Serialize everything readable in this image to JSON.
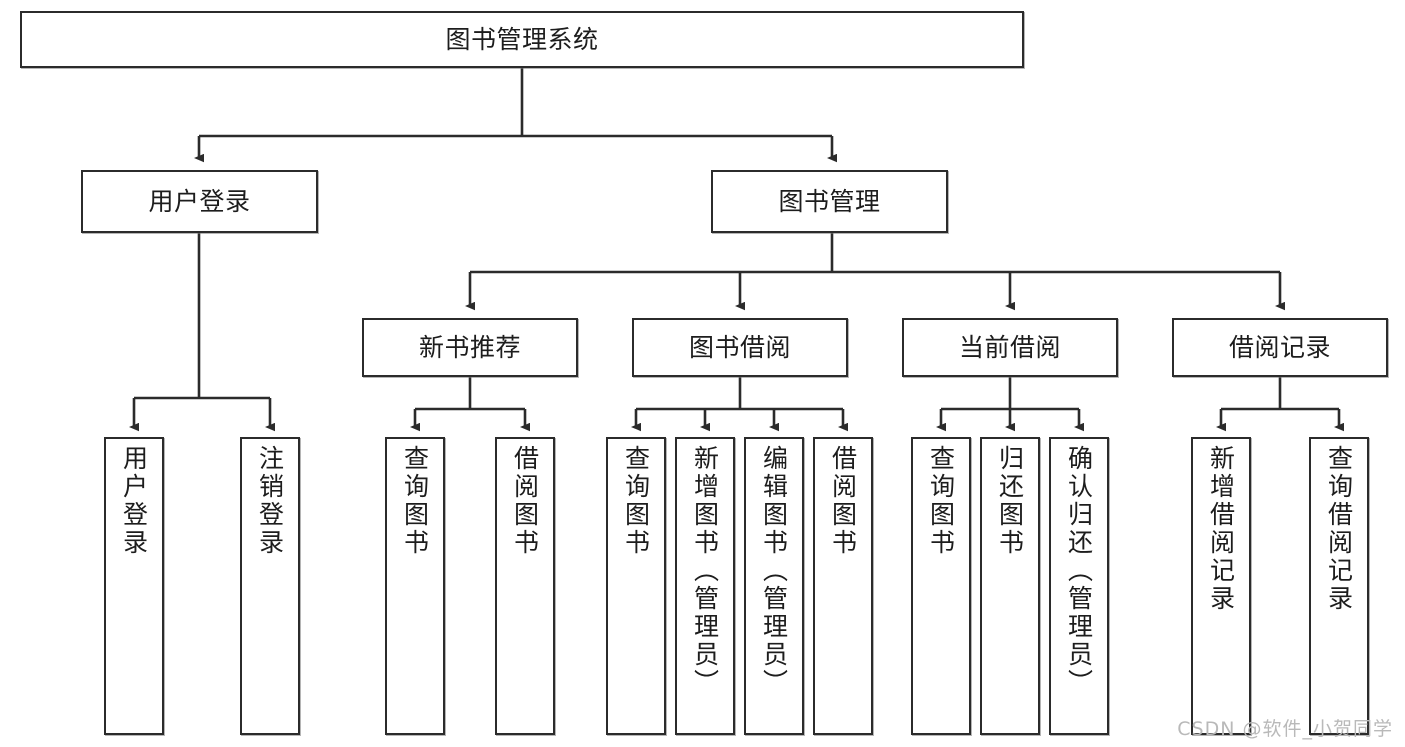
{
  "diagram": {
    "type": "hierarchy-tree",
    "title": "图书管理系统",
    "root": {
      "label": "图书管理系统"
    },
    "level2": [
      {
        "label": "用户登录"
      },
      {
        "label": "图书管理"
      }
    ],
    "level3": [
      {
        "label": "新书推荐"
      },
      {
        "label": "图书借阅"
      },
      {
        "label": "当前借阅"
      },
      {
        "label": "借阅记录"
      }
    ],
    "leaves": [
      {
        "label": "用户登录",
        "parent": "用户登录"
      },
      {
        "label": "注销登录",
        "parent": "用户登录"
      },
      {
        "label": "查询图书",
        "parent": "新书推荐"
      },
      {
        "label": "借阅图书",
        "parent": "新书推荐"
      },
      {
        "label": "查询图书",
        "parent": "图书借阅"
      },
      {
        "label": "新增图书（管理员）",
        "parent": "图书借阅"
      },
      {
        "label": "编辑图书（管理员）",
        "parent": "图书借阅"
      },
      {
        "label": "借阅图书",
        "parent": "图书借阅"
      },
      {
        "label": "查询图书",
        "parent": "当前借阅"
      },
      {
        "label": "归还图书",
        "parent": "当前借阅"
      },
      {
        "label": "确认归还（管理员）",
        "parent": "当前借阅"
      },
      {
        "label": "新增借阅记录",
        "parent": "借阅记录"
      },
      {
        "label": "查询借阅记录",
        "parent": "借阅记录"
      }
    ]
  },
  "watermark": {
    "text": "CSDN @软件_小贺同学"
  },
  "colors": {
    "stroke": "#2b2b2b",
    "text": "#1d1d1d",
    "background": "#ffffff",
    "watermark": "#b9b9b9"
  }
}
